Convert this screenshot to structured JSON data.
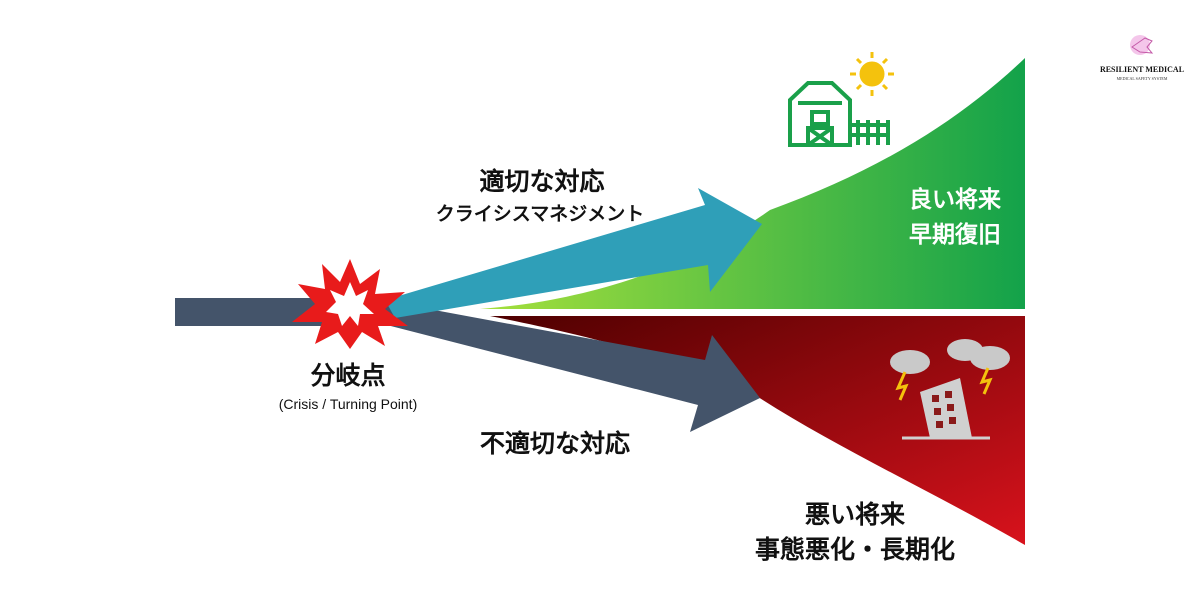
{
  "logo": {
    "name": "RESILIENT MEDICAL",
    "tagline": "MEDICAL SAFETY SYSTEM"
  },
  "branch_point": {
    "title": "分岐点",
    "subtitle": "(Crisis / Turning Point)"
  },
  "good_path": {
    "title": "適切な対応",
    "subtitle": "クライシスマネジメント",
    "outcome_line1": "良い将来",
    "outcome_line2": "早期復旧"
  },
  "bad_path": {
    "title": "不適切な対応",
    "outcome_line1": "悪い将来",
    "outcome_line2": "事態悪化・長期化"
  },
  "colors": {
    "good_light": "#a6e03c",
    "good_dark": "#13a24a",
    "bad_dark": "#4e0000",
    "bad_light": "#d8121c",
    "teal_arrow": "#2f9fb8",
    "slate_arrow": "#44546a",
    "burst": "#e81b1b"
  }
}
